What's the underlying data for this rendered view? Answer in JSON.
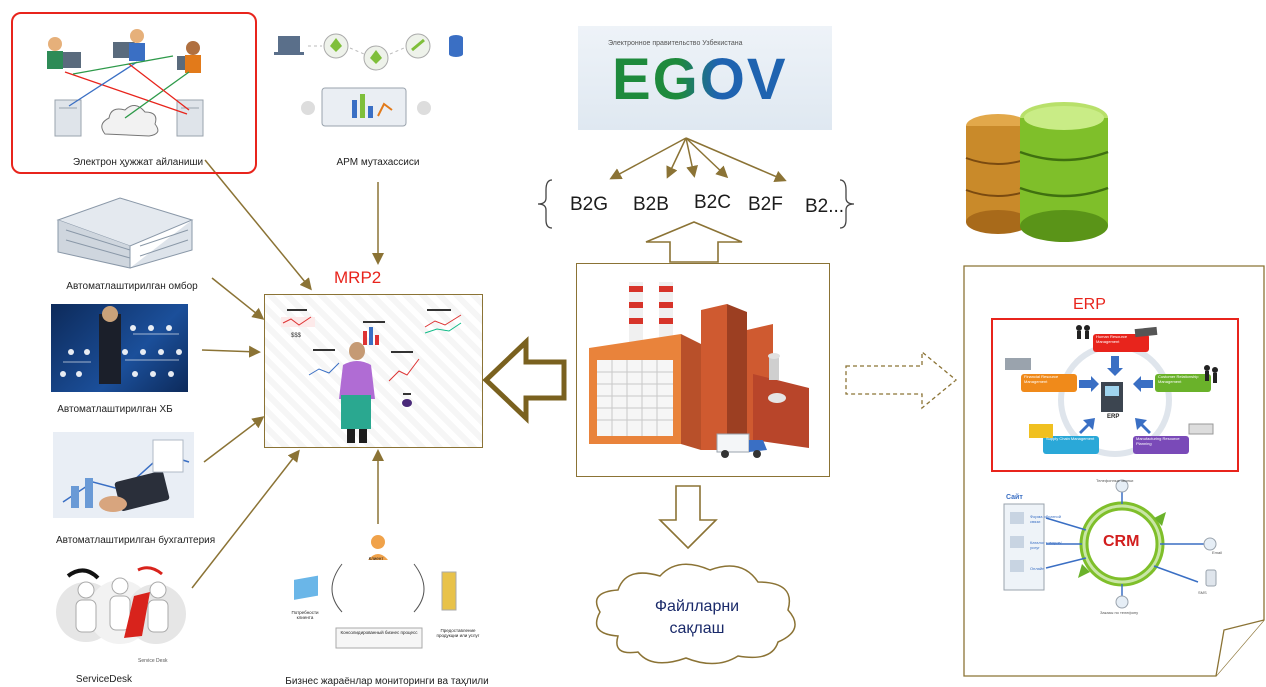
{
  "left_column": {
    "edm_caption": "Электрон ҳужжат айланиши",
    "warehouse_caption": "Автоматлаштирилган омбор",
    "hr_caption": "Автоматлаштирилган ХБ",
    "accounting_caption": "Автоматлаштирилган бухгалтерия",
    "servicedesk_caption": "ServiceDesk"
  },
  "top_center": {
    "arm_caption": "АРМ мутахассиси"
  },
  "mrp": {
    "title": "MRP2",
    "panel_label": "$$$"
  },
  "bpm": {
    "caption": "Бизнес жараёнлар мониторинги ва таҳлили",
    "node_client": "Клиент",
    "node_needs": "Потребности клиента",
    "node_process": "Консолидированный бизнес процесс",
    "node_products": "Предоставление продукции или услуг"
  },
  "egov": {
    "subtitle": "Электронное правительство Узбекистана",
    "logo_text": "EGOV",
    "channels": [
      "B2G",
      "B2B",
      "B2C",
      "B2F",
      "B2..."
    ]
  },
  "storage": {
    "label_line1": "Файлларни",
    "label_line2": "сақлаш"
  },
  "erp": {
    "title": "ERP",
    "center_label": "ERP",
    "modules": [
      {
        "label": "Human Resource Management"
      },
      {
        "label": "Customer Relationship Management"
      },
      {
        "label": "Supply Chain Management"
      },
      {
        "label": "Manufacturing Resource Planning"
      },
      {
        "label": "Financial Resource Management"
      }
    ]
  },
  "crm": {
    "center_label": "CRM",
    "site_label": "Сайт",
    "items": [
      "Телефонные звонки",
      "Форма обратной связи",
      "Каталог товаров/услуг",
      "Онлайн",
      "Email",
      "SMS",
      "Заказы по телефону"
    ]
  },
  "colors": {
    "arrow": "#8b7335",
    "red": "#e8241c",
    "egov_green": "#1e8a3c",
    "egov_blue": "#1f63b0",
    "db_green": "#7fbf2a",
    "db_orange": "#c98a2a"
  }
}
